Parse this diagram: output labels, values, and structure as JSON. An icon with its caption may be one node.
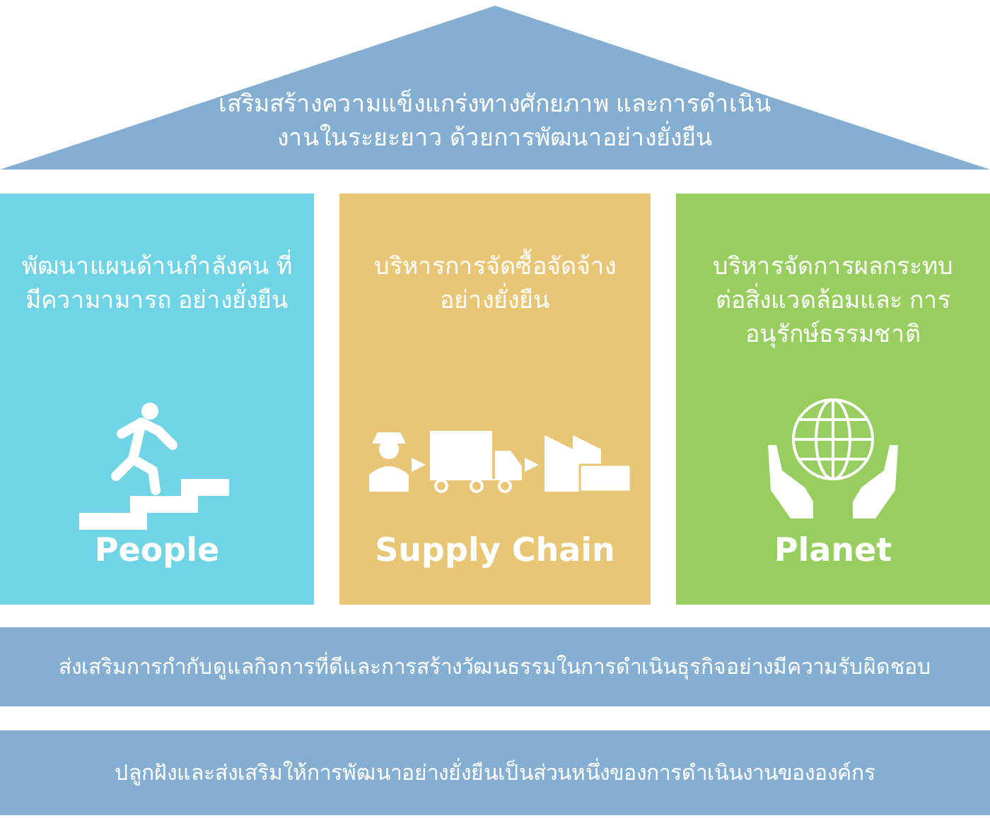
{
  "diagram": {
    "nodes": [
      {
        "text": [
          "เสริมสร้างความแข็งแกร่งทางศักยภาพ และการดำเนินงานในระยะยาว ด้วยการพัฒนาอย่างยั่งยืน"
        ]
      },
      {
        "text": [
          "พัฒนาแผนด้านกำลังคน ที่มีความามารถ อย่างยั่งยืน",
          "People"
        ]
      },
      {
        "text": [
          "บริหารการจัดซื้อจัดจ้าง อย่างยั่งยืน",
          "Supply Chain"
        ]
      },
      {
        "text": [
          "บริหารจัดการผลกระทบ ต่อสิ่งแวดล้อมและ การอนุรักษ์ธรรมชาติ",
          "Planet"
        ]
      },
      {
        "text": [
          "ส่งเสริมการกำกับดูแลกิจการที่ดีและการสร้างวัฒนธรรมในการดำเนินธุรกิจอย่างมีความรับผิดชอบ"
        ]
      },
      {
        "text": [
          "ปลูกฝังและส่งเสริมให้การพัฒนาอย่างยั่งยืนเป็นส่วนหนึ่งของการดำเนินงานขององค์กร"
        ]
      }
    ]
  }
}
